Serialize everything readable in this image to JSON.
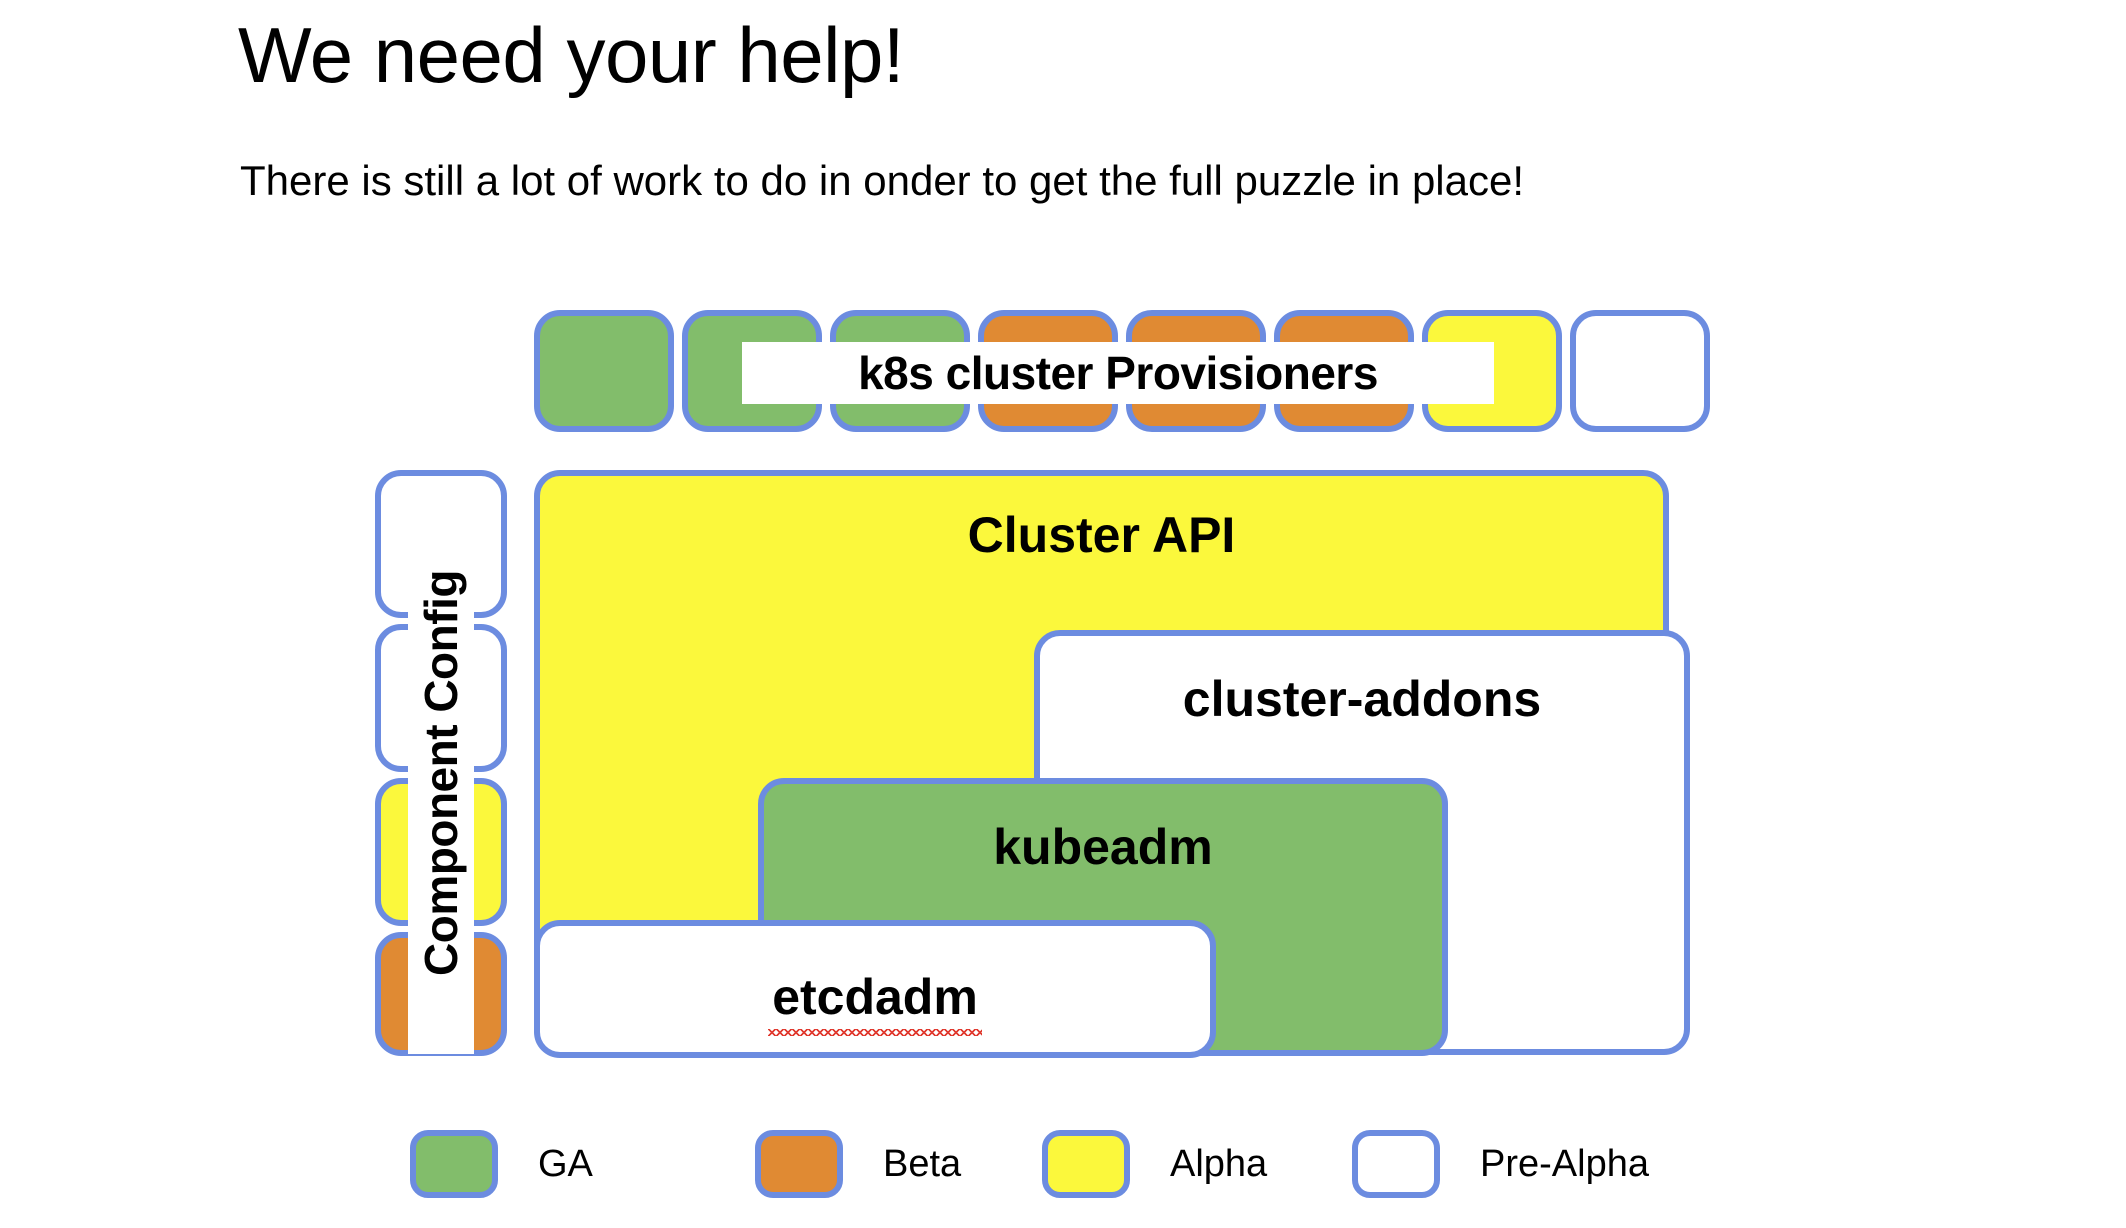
{
  "slide": {
    "title": "We need your help!",
    "subtitle": "There is still a lot of work to do in onder to get the full puzzle in place!"
  },
  "colors": {
    "ga": "#82BD6B",
    "beta": "#E08A33",
    "alpha": "#FBF83C",
    "pre_alpha": "#FFFFFF",
    "border": "#6C8CE0",
    "spellcheck_underline": "#E03A2F"
  },
  "diagram": {
    "provisioner_row": {
      "caption": "k8s cluster Provisioners",
      "cells": [
        {
          "status": "GA",
          "color": "#82BD6B"
        },
        {
          "status": "GA",
          "color": "#82BD6B"
        },
        {
          "status": "GA",
          "color": "#82BD6B"
        },
        {
          "status": "Beta",
          "color": "#E08A33"
        },
        {
          "status": "Beta",
          "color": "#E08A33"
        },
        {
          "status": "Beta",
          "color": "#E08A33"
        },
        {
          "status": "Alpha",
          "color": "#FBF83C"
        },
        {
          "status": "Pre-Alpha",
          "color": "#FFFFFF"
        }
      ]
    },
    "component_config": {
      "caption": "Component Config",
      "cells": [
        {
          "status": "Pre-Alpha",
          "color": "#FFFFFF"
        },
        {
          "status": "Pre-Alpha",
          "color": "#FFFFFF"
        },
        {
          "status": "Alpha",
          "color": "#FBF83C"
        },
        {
          "status": "Beta",
          "color": "#E08A33"
        }
      ]
    },
    "blocks": [
      {
        "label": "Cluster API",
        "status": "Alpha",
        "color": "#FBF83C",
        "misspelled": false
      },
      {
        "label": "cluster-addons",
        "status": "Pre-Alpha",
        "color": "#FFFFFF",
        "misspelled": false
      },
      {
        "label": "kubeadm",
        "status": "GA",
        "color": "#82BD6B",
        "misspelled": false
      },
      {
        "label": "etcdadm",
        "status": "Pre-Alpha",
        "color": "#FFFFFF",
        "misspelled": true
      }
    ]
  },
  "legend": {
    "items": [
      {
        "label": "GA",
        "color": "#82BD6B"
      },
      {
        "label": "Beta",
        "color": "#E08A33"
      },
      {
        "label": "Alpha",
        "color": "#FBF83C"
      },
      {
        "label": "Pre-Alpha",
        "color": "#FFFFFF"
      }
    ]
  }
}
